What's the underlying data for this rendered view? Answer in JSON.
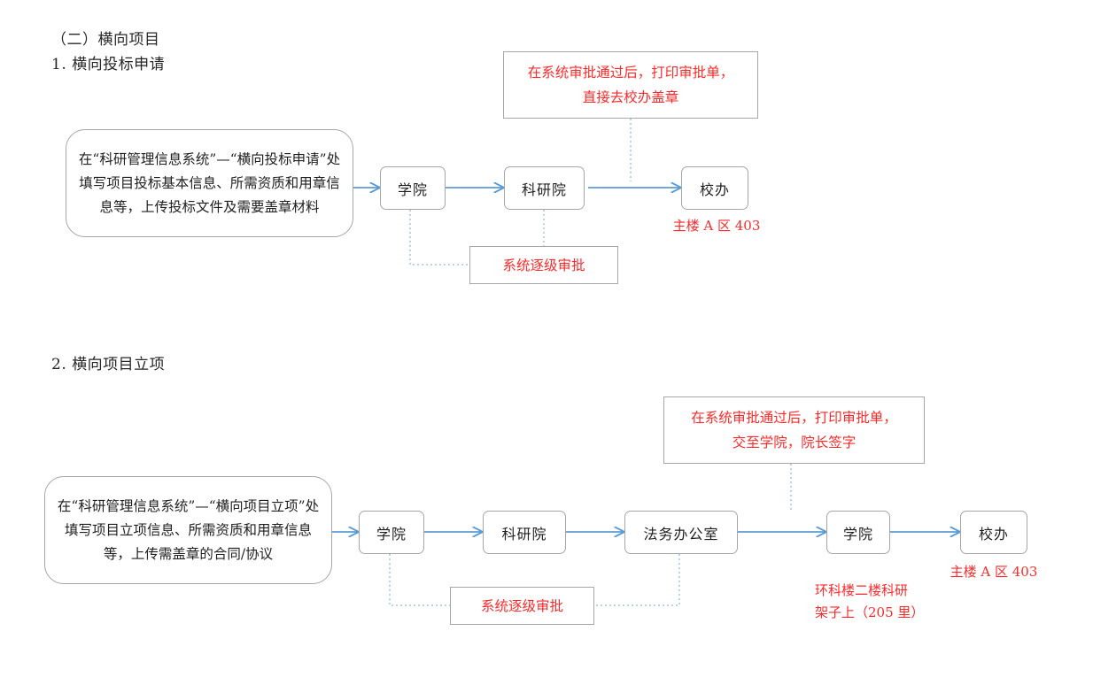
{
  "document": {
    "section_title": "（二）横向项目",
    "colors": {
      "arrow_blue": "#5b9bd5",
      "dotted_blue": "#9dc3e6",
      "box_border_gray": "#a6a6a6",
      "annotation_red": "#fb2a2a",
      "text_dark": "#1f1f1f"
    }
  },
  "flow1": {
    "heading": "1. 横向投标申请",
    "start_box": "在“科研管理信息系统”—“横向投标申请”处填写项目投标基本信息、所需资质和用章信息等，上传投标文件及需要盖章材料",
    "steps": [
      {
        "label": "学院"
      },
      {
        "label": "科研院"
      },
      {
        "label": "校办"
      }
    ],
    "annotation_top": "在系统审批通过后，打印审批单，\n直接去校办盖章",
    "annotation_bottom": "系统逐级审批",
    "location_label": "主楼 A 区 403"
  },
  "flow2": {
    "heading": "2. 横向项目立项",
    "start_box": "在“科研管理信息系统”—“横向项目立项”处填写项目立项信息、所需资质和用章信息等，上传需盖章的合同/协议",
    "steps": [
      {
        "label": "学院"
      },
      {
        "label": "科研院"
      },
      {
        "label": "法务办公室"
      },
      {
        "label": "学院"
      },
      {
        "label": "校办"
      }
    ],
    "annotation_top": "在系统审批通过后，打印审批单，\n交至学院，院长签字",
    "annotation_bottom": "系统逐级审批",
    "location_label": "主楼 A 区 403",
    "shelf_label": "环科楼二楼科研\n架子上（205 里）"
  }
}
